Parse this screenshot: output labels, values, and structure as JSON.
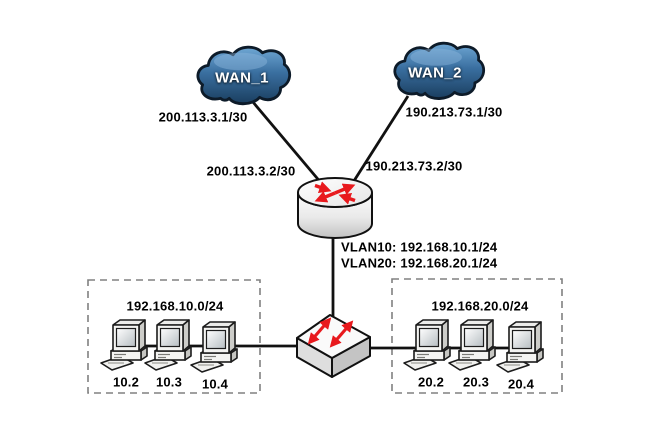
{
  "wan1": {
    "name": "WAN_1",
    "ip": "200.113.3.1/30"
  },
  "wan2": {
    "name": "WAN_2",
    "ip": "190.213.73.1/30"
  },
  "router": {
    "if_wan1": "200.113.3.2/30",
    "if_wan2": "190.213.73.2/30",
    "vlan10": "VLAN10: 192.168.10.1/24",
    "vlan20": "VLAN20: 192.168.20.1/24"
  },
  "lan10": {
    "subnet": "192.168.10.0/24",
    "hosts": [
      "10.2",
      "10.3",
      "10.4"
    ]
  },
  "lan20": {
    "subnet": "192.168.20.0/24",
    "hosts": [
      "20.2",
      "20.3",
      "20.4"
    ]
  },
  "icons": {
    "wan1": "cloud-icon",
    "wan2": "cloud-icon",
    "router": "router-icon",
    "switch": "switch-icon",
    "host": "desktop-pc-icon"
  },
  "colors": {
    "background": "#ffffff",
    "line": "#111111",
    "arrow_red": "#e8191d",
    "cloud_blue_light": "#6fa7d4",
    "cloud_blue_mid": "#3a6fa0",
    "cloud_blue_dark": "#1a3e5f",
    "cloud_outline": "#0d1b29",
    "device_gray": "#d9d9d9",
    "dashed_box": "#808080",
    "label_text": "#000000",
    "cloud_label_text": "#ffffff"
  }
}
